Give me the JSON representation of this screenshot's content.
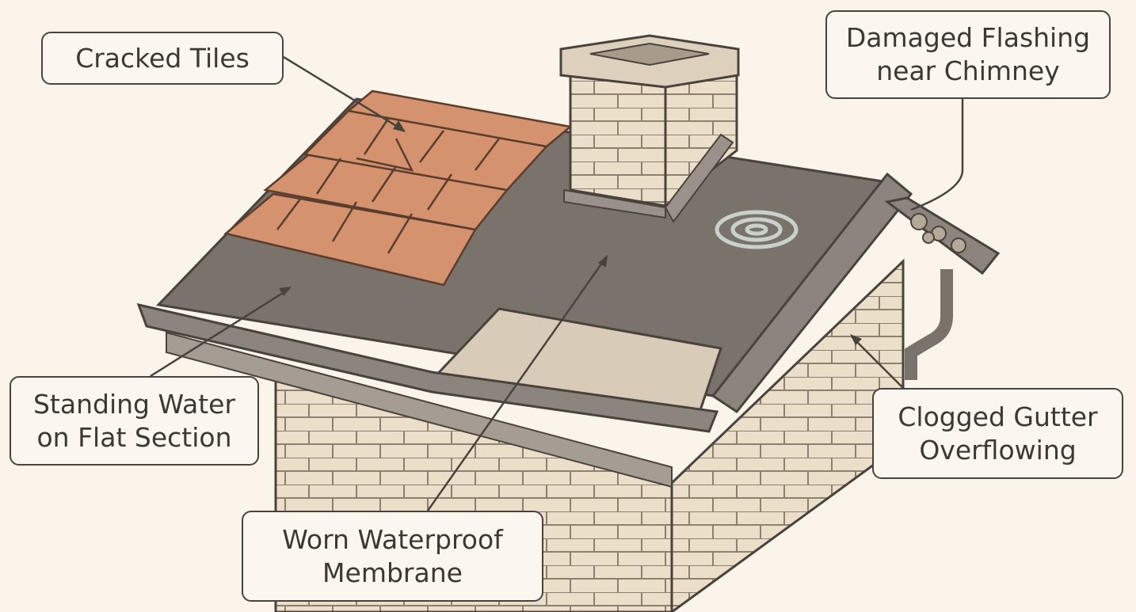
{
  "labels": {
    "cracked_tiles": "Cracked Tiles",
    "damaged_flashing": [
      "Damaged Flashing",
      "near Chimney"
    ],
    "standing_water": [
      "Standing Water",
      "on Flat Section"
    ],
    "worn_membrane": [
      "Worn Waterproof",
      "Membrane"
    ],
    "clogged_gutter": [
      "Clogged Gutter",
      "Overflowing"
    ]
  },
  "colors": {
    "background": "#faf4ea",
    "membrane": "#7a736c",
    "tiles": "#d4926e",
    "brick": "#e9dcc6",
    "outline": "#4a433d"
  }
}
